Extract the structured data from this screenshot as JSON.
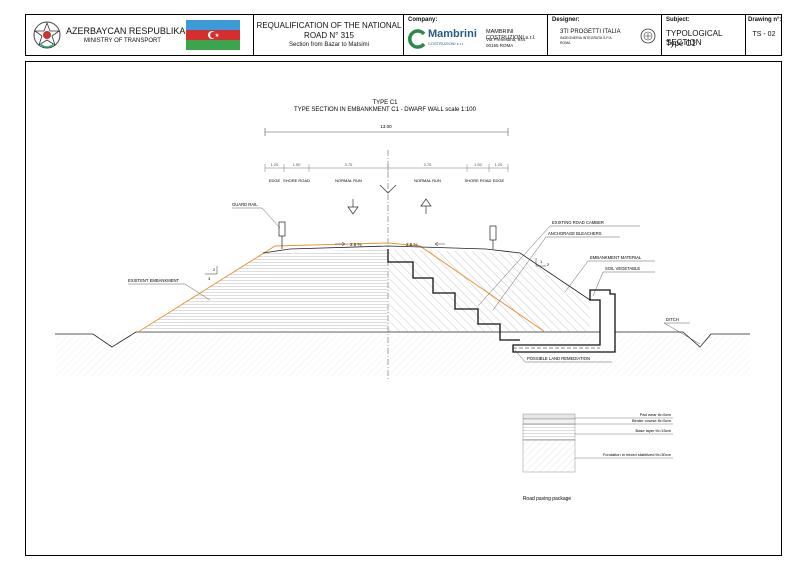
{
  "title_block": {
    "country": "AZERBAYCAN RESPUBLIKASI",
    "ministry": "MINISTRY OF TRANSPORT",
    "project_line1": "REQUALIFICATION OF THE NATIONAL",
    "project_line2": "ROAD N° 315",
    "project_line3": "Section from Bazar to Matsimi",
    "company_label": "Company:",
    "company_logo": "Mambrini",
    "company_logo_sub": "COSTRUZIONI s.r.l.",
    "company_name": "MAMBRINI COSTRUZIONI s.r.l.",
    "company_addr1": "Via Prenestina, 944",
    "company_addr2": "00155 ROMA",
    "designer_label": "Designer:",
    "designer_name": "3TI PROGETTI ITALIA",
    "designer_sub1": "INGEGNERIA INTEGRATA S.P.A.",
    "designer_sub2": "ROMA",
    "subject_label": "Subject:",
    "subject_line1": "TYPOLOGICAL SECTION",
    "subject_line2": "Type C1",
    "drawing_label": "Drawing n°:",
    "drawing_no": "TS - 02"
  },
  "section": {
    "title1": "TYPE C1",
    "title2": "TYPE SECTION IN EMBANKMENT C1 - DWARF WALL scale 1:100",
    "total_width": "13.00",
    "dims": [
      "1.25",
      "1.50",
      "3.75",
      "3.75",
      "1.50",
      "1.25"
    ],
    "zones": [
      "EDGE",
      "SHORE ROAD",
      "NORMAL RUN",
      "NORMAL RUN",
      "SHORE ROAD",
      "EDGE"
    ],
    "slope_left": "2.5 %",
    "slope_right": "2.5 %",
    "ratio_left_num": "2",
    "ratio_left_den": "3",
    "ratio_right_num": "1",
    "ratio_right_den": "2",
    "labels": {
      "guard_rail": "GUARD RAIL",
      "existent_embankment": "EXISTENT EMBANKMENT",
      "existing_road_camber": "EXIXTING ROAD CAMBER",
      "anchorage_bleachers": "ANCHORAGE BLEACHERS",
      "embankment_material": "EMBANKMENT MATERIAL",
      "soil_vegetable": "SOIL VEGETABLE",
      "ditch": "DITCH",
      "possible_land_remediation": "POSSIBLE LAND REMEDIATION"
    }
  },
  "paving": {
    "caption": "Road paving package",
    "layers": [
      "Pad wear th=5cm",
      "Binder course th=5cm",
      "Base layer th=15cm",
      "Fondation in mixed stabilized th=30cm"
    ]
  },
  "colors": {
    "orange": "#e8943a",
    "line": "#111111",
    "hatch": "#9a9a9a"
  }
}
